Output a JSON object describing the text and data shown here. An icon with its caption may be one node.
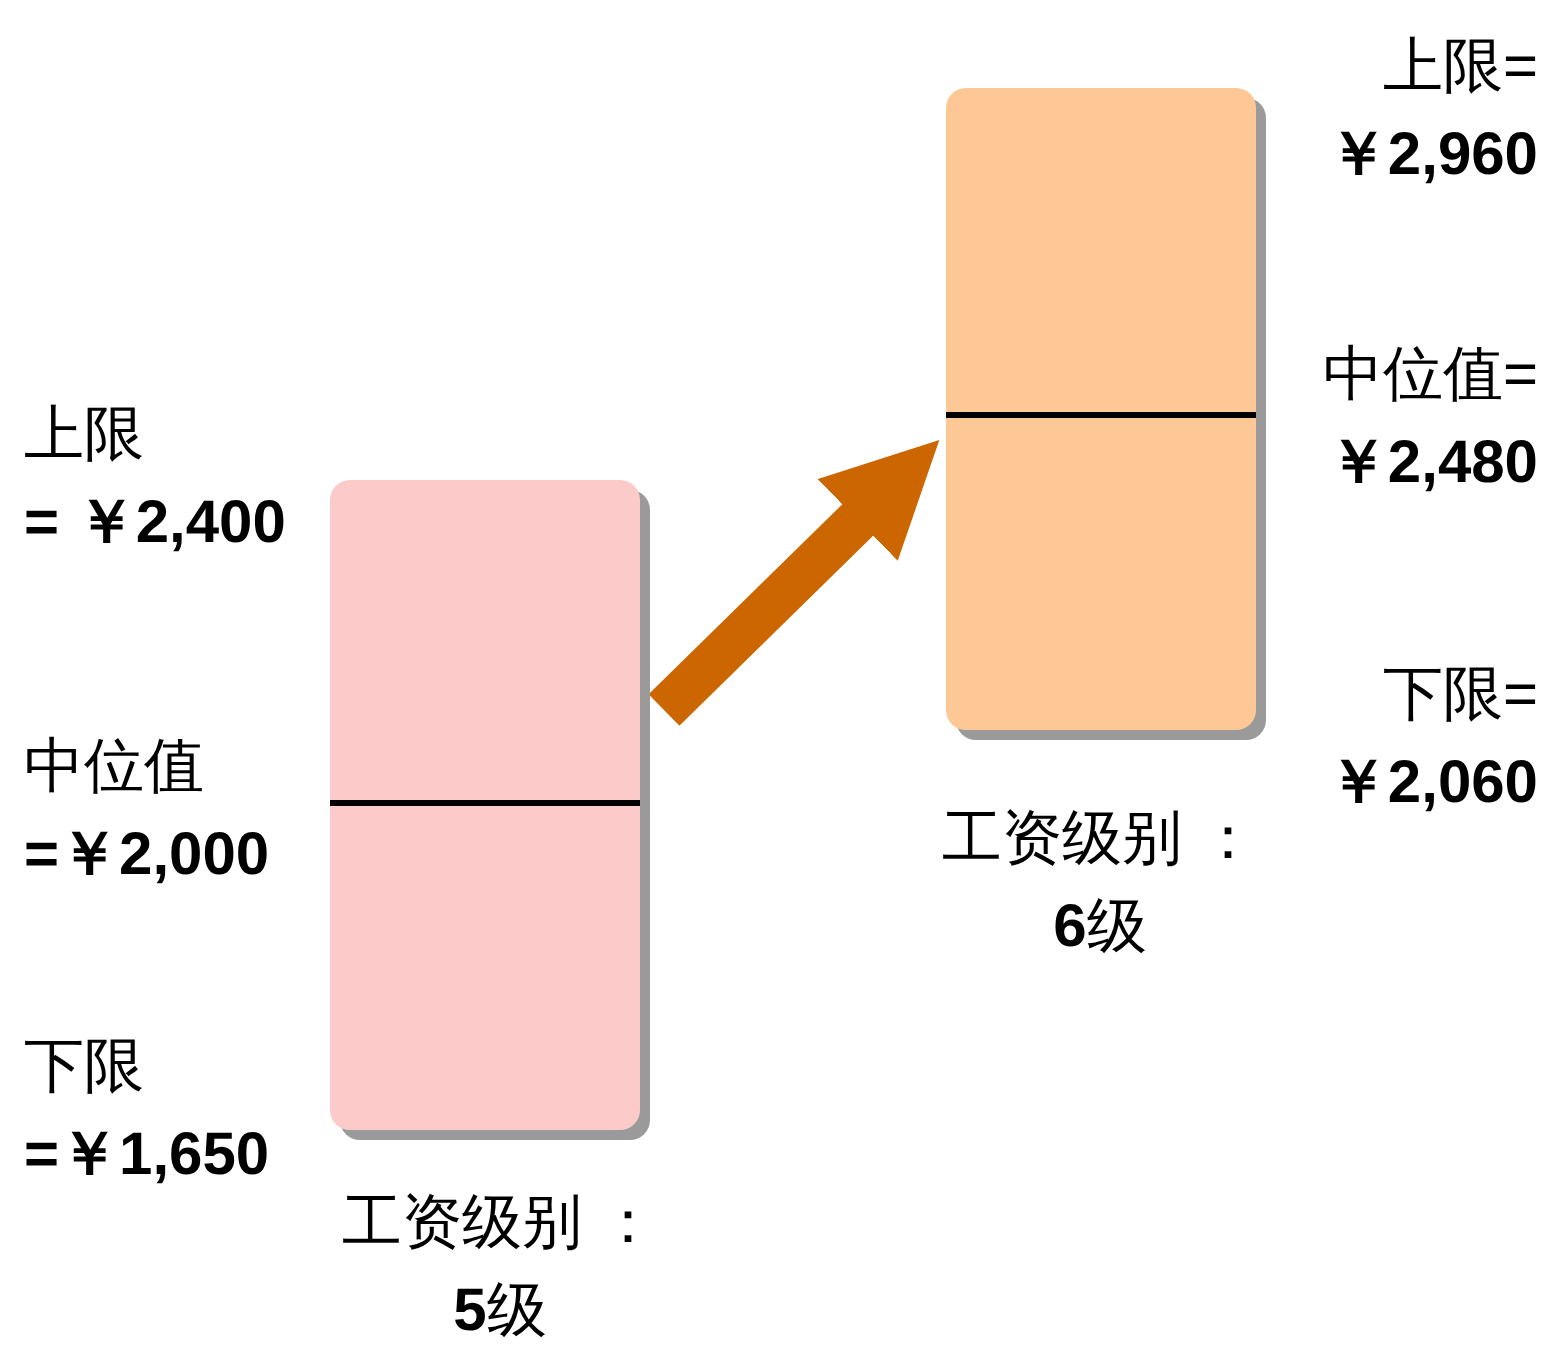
{
  "diagram": {
    "nodes": [
      {
        "text": [],
        "shape": "bar",
        "beside": [
          "上限 **= ￥2,400**",
          "中位值 **=￥2,000**",
          "下限 **=￥1,650**",
          "工资级别 ：**5**级"
        ]
      },
      {
        "text": [],
        "shape": "bar",
        "beside": [
          "上限= **￥2,960**",
          "中位值= **￥2,480**",
          "下限= **￥2,060**",
          "工资级别 ：**6**级"
        ]
      }
    ],
    "edges": [
      {
        "from": 0,
        "to": 1,
        "arrow": "to"
      }
    ]
  }
}
